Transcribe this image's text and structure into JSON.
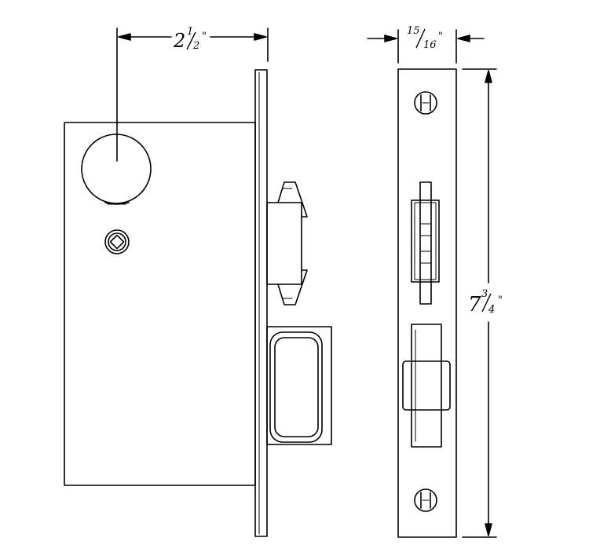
{
  "dimensions": {
    "backset": {
      "whole": "2",
      "num": "1",
      "den": "2",
      "unit": "\""
    },
    "thickness": {
      "num": "15",
      "den": "16",
      "unit": "\""
    },
    "height": {
      "whole": "7",
      "num": "3",
      "den": "4",
      "unit": "\""
    }
  },
  "colors": {
    "line": "#000000",
    "background": "#ffffff"
  }
}
